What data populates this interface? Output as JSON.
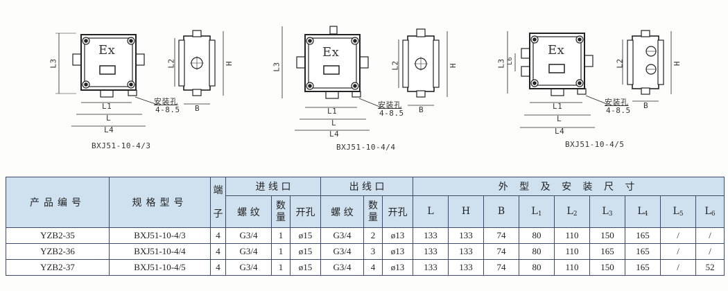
{
  "drawings": [
    {
      "caption": "BXJ51-10-4/3",
      "box_label": "Ex",
      "hole_note_title": "安装孔",
      "hole_note_size": "4-8.5",
      "dims": {
        "L1": "L1",
        "L": "L",
        "L4": "L4",
        "L3": "L3",
        "L2": "L2",
        "H": "H",
        "B": "B"
      }
    },
    {
      "caption": "BXJ51-10-4/4",
      "box_label": "Ex",
      "hole_note_title": "安装孔",
      "hole_note_size": "4-8.5",
      "dims": {
        "L1": "L1",
        "L": "L",
        "L4": "L4",
        "L3": "L3",
        "L2": "L2",
        "H": "H",
        "B": "B"
      }
    },
    {
      "caption": "BXJ51-10-4/5",
      "box_label": "Ex",
      "hole_note_title": "安装孔",
      "hole_note_size": "4-8.5",
      "dims": {
        "L1": "L1",
        "L": "L",
        "L4": "L4",
        "L3": "L3",
        "L6": "L6",
        "L2": "L2",
        "H": "H",
        "B": "B"
      }
    }
  ],
  "table": {
    "h_product_no": "产品编号",
    "h_model": "规格型号",
    "h_terminal": [
      "端",
      "子"
    ],
    "h_inlet": "进 线 口",
    "h_outlet": "出 线 口",
    "h_dims": "外 型 及 安 装 尺 寸",
    "h_thread": "螺 纹",
    "h_qty": [
      "数",
      "量"
    ],
    "h_hole": "开孔",
    "h_dim_cols": [
      {
        "base": "L",
        "sub": ""
      },
      {
        "base": "H",
        "sub": ""
      },
      {
        "base": "B",
        "sub": ""
      },
      {
        "base": "L",
        "sub": "1"
      },
      {
        "base": "L",
        "sub": "2"
      },
      {
        "base": "L",
        "sub": "3"
      },
      {
        "base": "L",
        "sub": "4"
      },
      {
        "base": "L",
        "sub": "5"
      },
      {
        "base": "L",
        "sub": "6"
      }
    ],
    "rows": [
      {
        "product": "YZB2-35",
        "model": "BXJ51-10-4/3",
        "terminal": "4",
        "in_thread": "G3/4",
        "in_qty": "1",
        "in_hole": "ø15",
        "out_thread": "G3/4",
        "out_qty": "2",
        "out_hole": "ø13",
        "dims": [
          "133",
          "133",
          "74",
          "80",
          "110",
          "150",
          "165",
          "/",
          "/"
        ]
      },
      {
        "product": "YZB2-36",
        "model": "BXJ51-10-4/4",
        "terminal": "4",
        "in_thread": "G3/4",
        "in_qty": "1",
        "in_hole": "ø15",
        "out_thread": "G3/4",
        "out_qty": "3",
        "out_hole": "ø13",
        "dims": [
          "133",
          "133",
          "74",
          "80",
          "110",
          "165",
          "165",
          "/",
          "/"
        ]
      },
      {
        "product": "YZB2-37",
        "model": "BXJ51-10-4/5",
        "terminal": "4",
        "in_thread": "G3/4",
        "in_qty": "1",
        "in_hole": "ø15",
        "out_thread": "G3/4",
        "out_qty": "4",
        "out_hole": "ø13",
        "dims": [
          "133",
          "133",
          "74",
          "80",
          "110",
          "150",
          "165",
          "/",
          "52"
        ]
      }
    ]
  }
}
